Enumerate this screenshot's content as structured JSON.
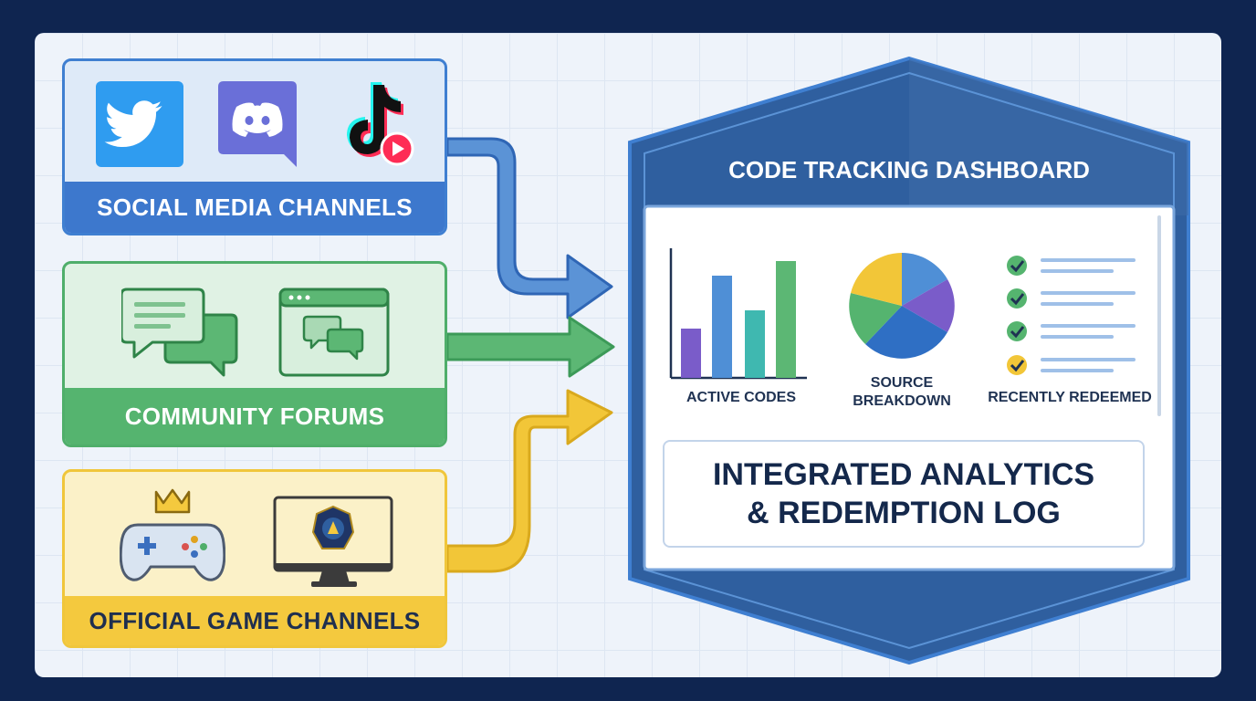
{
  "sources": {
    "social": {
      "label": "SOCIAL MEDIA CHANNELS",
      "icons": [
        "twitter-icon",
        "discord-icon",
        "tiktok-icon"
      ]
    },
    "forums": {
      "label": "COMMUNITY FORUMS",
      "icons": [
        "chat-bubbles-icon",
        "forum-window-icon"
      ]
    },
    "game": {
      "label": "OFFICIAL GAME CHANNELS",
      "icons": [
        "gamepad-crown-icon",
        "game-monitor-icon"
      ]
    }
  },
  "dashboard": {
    "title": "CODE TRACKING DASHBOARD",
    "panels": {
      "active_codes": "ACTIVE CODES",
      "source_breakdown_line1": "SOURCE",
      "source_breakdown_line2": "BREAKDOWN",
      "recently_redeemed": "RECENTLY REDEEMED"
    },
    "log_line1": "INTEGRATED ANALYTICS",
    "log_line2": "& REDEMPTION LOG"
  },
  "colors": {
    "social": "#3d78cd",
    "forums": "#55b46f",
    "game": "#f4c93e",
    "dashboard": "#2f5f9f"
  }
}
